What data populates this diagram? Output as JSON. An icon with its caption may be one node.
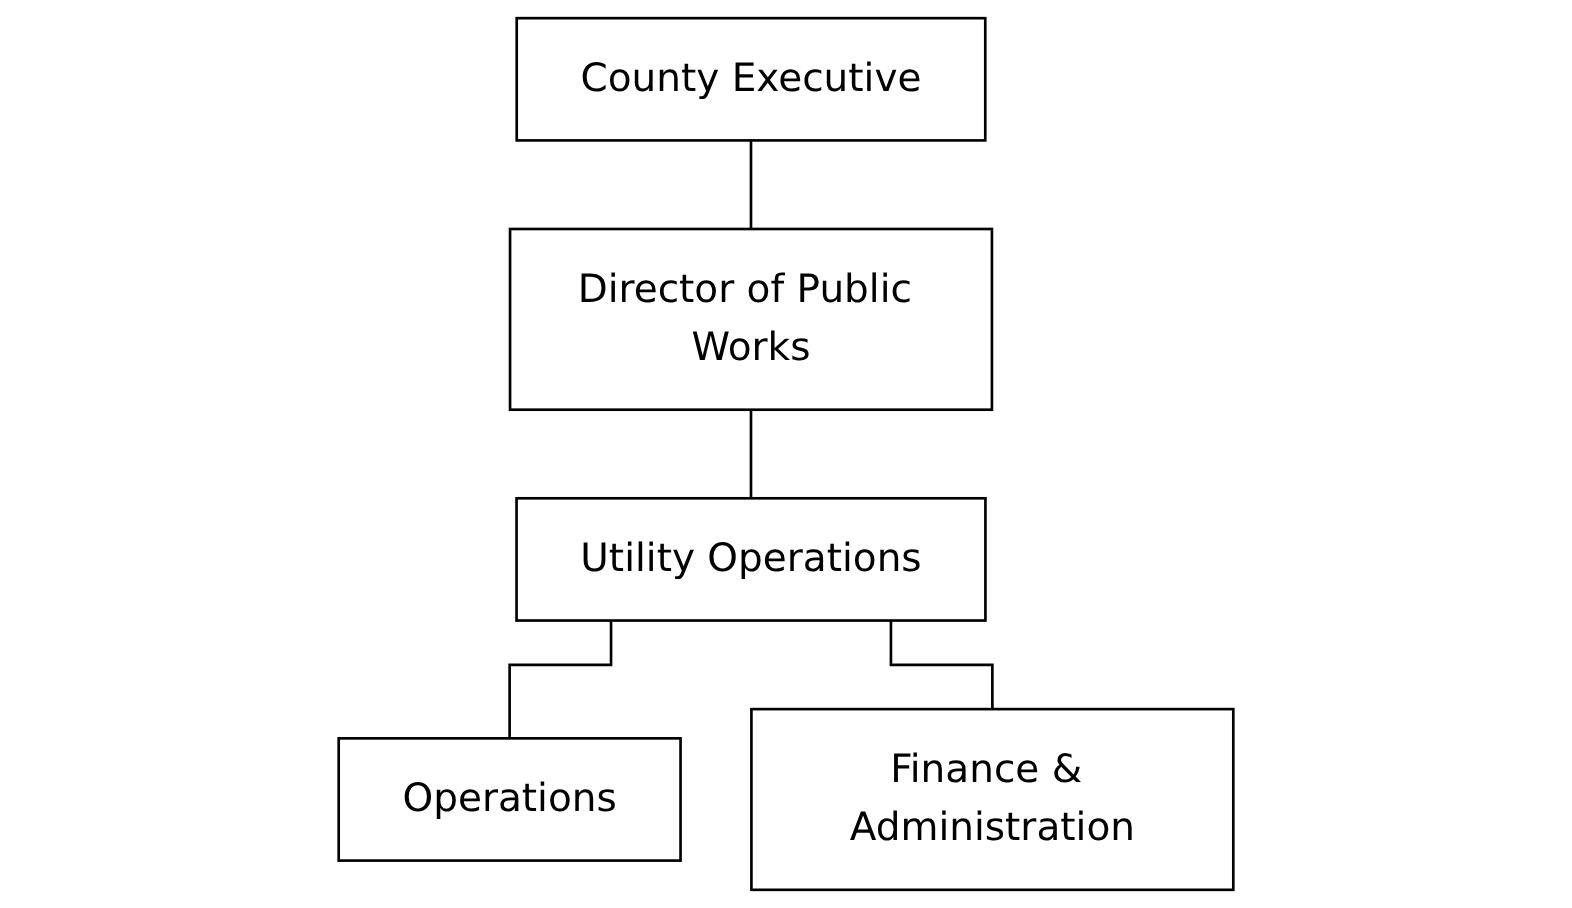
{
  "diagram": {
    "nodes": [
      {
        "text": [
          "County Executive"
        ]
      },
      {
        "text": [
          "Director of Public Works"
        ]
      },
      {
        "text": [
          "Utility Operations"
        ]
      },
      {
        "text": [
          "Operations"
        ]
      },
      {
        "text": [
          "Finance & Administration"
        ]
      }
    ],
    "edges": [
      {
        "from": 0,
        "to": 1,
        "arrow": "none"
      },
      {
        "from": 1,
        "to": 2,
        "arrow": "none"
      },
      {
        "from": 2,
        "to": 3,
        "arrow": "none"
      },
      {
        "from": 2,
        "to": 4,
        "arrow": "none"
      }
    ]
  }
}
